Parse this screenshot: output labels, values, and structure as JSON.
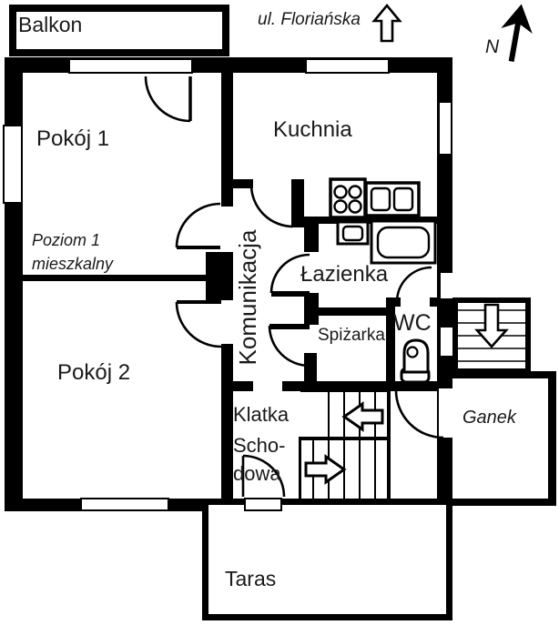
{
  "compass": {
    "north_label": "N"
  },
  "street": {
    "label": "ul. Floriańska"
  },
  "rooms": {
    "balkon": "Balkon",
    "pokoj1": "Pokój 1",
    "kuchnia": "Kuchnia",
    "komunikacja": "Komunikacja",
    "lazienka": "Łazienka",
    "spizarka": "Spiżarka",
    "wc": "WC",
    "pokoj2": "Pokój 2",
    "klatka_line1": "Klatka",
    "klatka_line2": "Scho-",
    "klatka_line3": "dowa",
    "ganek": "Ganek",
    "taras": "Taras"
  },
  "annotations": {
    "level_line1": "Poziom 1",
    "level_line2": "mieszkalny"
  },
  "icons": {
    "stove": "4-burner stove",
    "sink": "double kitchen sink",
    "washbasin": "washbasin",
    "bathtub": "bathtub",
    "toilet": "toilet",
    "north_arrow": "solid arrow pointing up",
    "street_arrow": "outline arrow pointing up",
    "stairs_up_arrow": "outline arrow pointing left",
    "stairs_lower_arrow": "outline arrow pointing right",
    "exterior_stairs_arrow": "outline arrow pointing down"
  },
  "colors": {
    "wall": "#000000",
    "background": "#ffffff"
  }
}
